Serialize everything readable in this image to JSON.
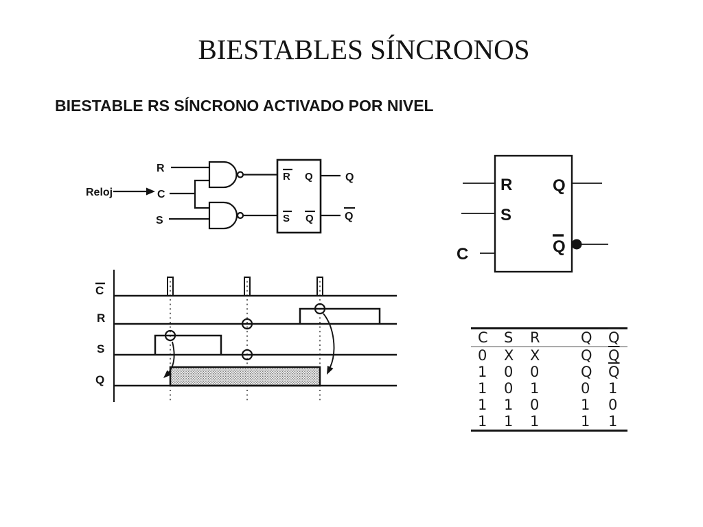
{
  "slide": {
    "title": "BIESTABLES SÍNCRONOS",
    "subtitle": "BIESTABLE RS SÍNCRONO ACTIVADO POR NIVEL",
    "background_color": "#ffffff",
    "ink_color": "#141414"
  },
  "gate_circuit": {
    "description": "RS latch built from two NAND gates driven by clock C",
    "clock_label": "Reloj",
    "r_input": "R",
    "c_input": "C",
    "s_input": "S",
    "latch_r": "R",
    "latch_r_overline": true,
    "latch_s": "S",
    "latch_s_overline": true,
    "latch_q": "Q",
    "latch_qbar": "Q",
    "latch_qbar_overline": true,
    "q_output": "Q",
    "qbar_output": "Q",
    "qbar_output_overline": true
  },
  "block_symbol": {
    "description": "RS synchronous flip-flop block symbol with inverted Qbar output bubble",
    "r_input": "R",
    "s_input": "S",
    "c_input": "C",
    "q_output": "Q",
    "qbar_output": "Q",
    "qbar_output_overline": true
  },
  "timing_diagram": {
    "signals": [
      {
        "label": "C",
        "overline": true
      },
      {
        "label": "R",
        "overline": false
      },
      {
        "label": "S",
        "overline": false
      },
      {
        "label": "Q",
        "overline": false
      }
    ],
    "clock_pulses_x": [
      248,
      360,
      466
    ],
    "s_pulse_x": [
      226,
      322
    ],
    "r_pulse_x": [
      437,
      553
    ],
    "q_high_x": [
      248,
      466
    ],
    "q_fill": "dotted-gray"
  },
  "truth_table": {
    "headers": [
      "C",
      "S",
      "R",
      "Q",
      "Q"
    ],
    "header_overline_col": 4,
    "rows": [
      [
        "0",
        "X",
        "X",
        "Q",
        "Q"
      ],
      [
        "1",
        "0",
        "0",
        "Q",
        "Q"
      ],
      [
        "1",
        "0",
        "1",
        "0",
        "1"
      ],
      [
        "1",
        "1",
        "0",
        "1",
        "0"
      ],
      [
        "1",
        "1",
        "1",
        "1",
        "1"
      ]
    ],
    "overline_cells": [
      [
        0,
        4
      ],
      [
        1,
        4
      ]
    ]
  }
}
